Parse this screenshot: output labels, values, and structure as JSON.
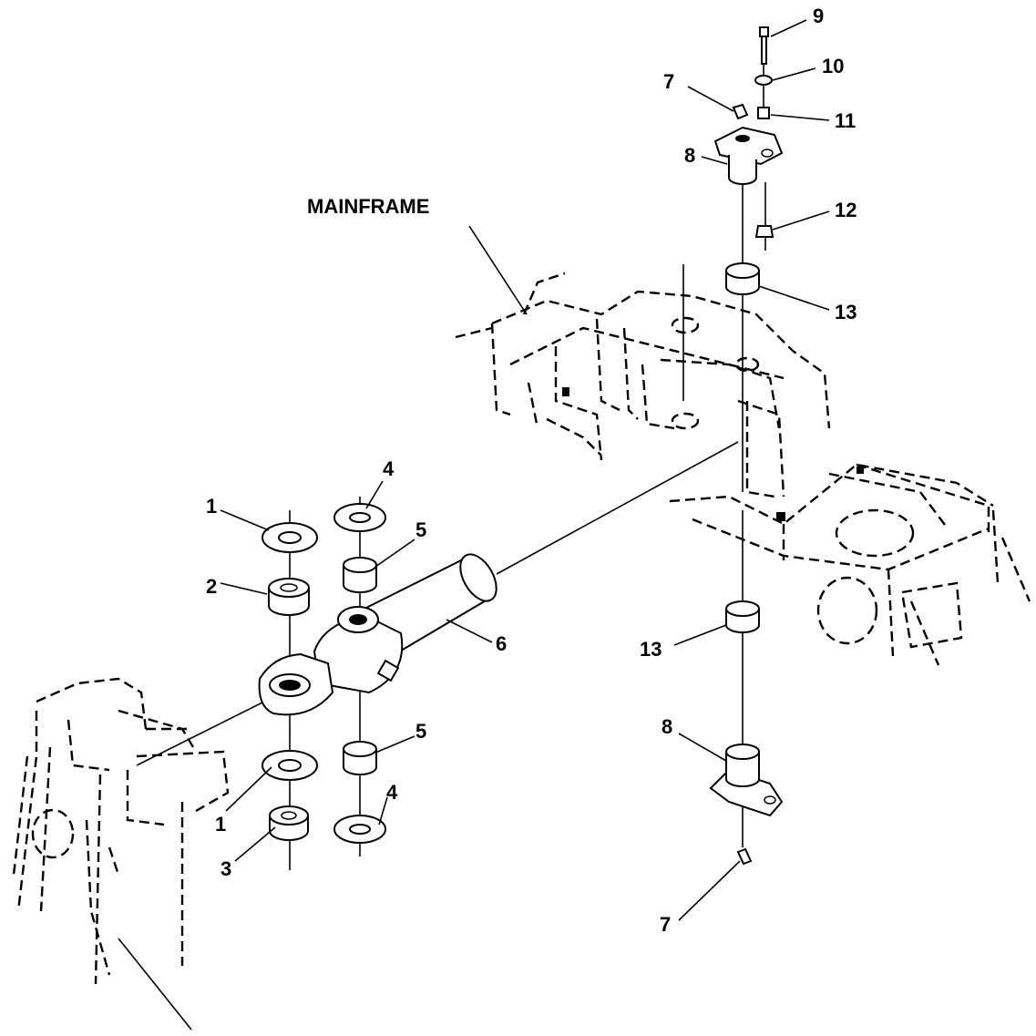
{
  "diagram": {
    "labels": {
      "mainframe": "MAINFRAME",
      "c1a": "1",
      "c1b": "1",
      "c2": "2",
      "c3": "3",
      "c4a": "4",
      "c4b": "4",
      "c5a": "5",
      "c5b": "5",
      "c6": "6",
      "c7a": "7",
      "c7b": "7",
      "c8a": "8",
      "c8b": "8",
      "c9": "9",
      "c10": "10",
      "c11": "11",
      "c12": "12",
      "c13a": "13",
      "c13b": "13"
    }
  }
}
